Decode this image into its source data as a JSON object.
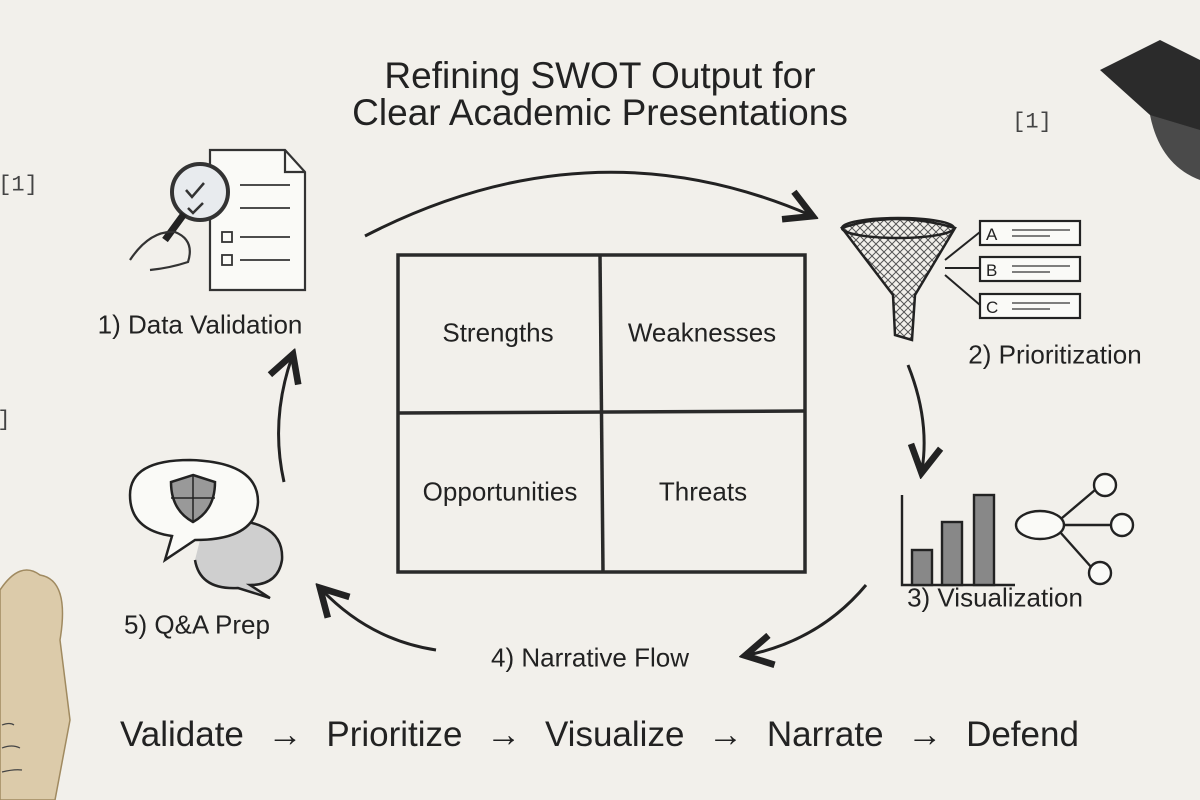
{
  "title": {
    "line1": "Refining SWOT Output for",
    "line2": "Clear Academic Presentations"
  },
  "citations": [
    "[1]",
    "[1]",
    "]"
  ],
  "swot": {
    "strengths": "Strengths",
    "weaknesses": "Weaknesses",
    "opportunities": "Opportunities",
    "threats": "Threats"
  },
  "steps": [
    {
      "label": "1) Data Validation",
      "icon": "document-magnifier-icon"
    },
    {
      "label": "2) Prioritization",
      "icon": "funnel-list-icon"
    },
    {
      "label": "3) Visualization",
      "icon": "bar-chart-network-icon"
    },
    {
      "label": "4) Narrative Flow",
      "icon": "arrow-icon"
    },
    {
      "label": "5) Q&A Prep",
      "icon": "speech-bubble-shield-icon"
    }
  ],
  "priority_list": [
    "A",
    "B",
    "C"
  ],
  "flow": [
    "Validate",
    "→",
    "Prioritize",
    "→",
    "Visualize",
    "→",
    "Narrate",
    "→",
    "Defend"
  ],
  "colors": {
    "background": "#f2f0eb",
    "ink": "#222222",
    "parchment": "#d9c9a8"
  }
}
